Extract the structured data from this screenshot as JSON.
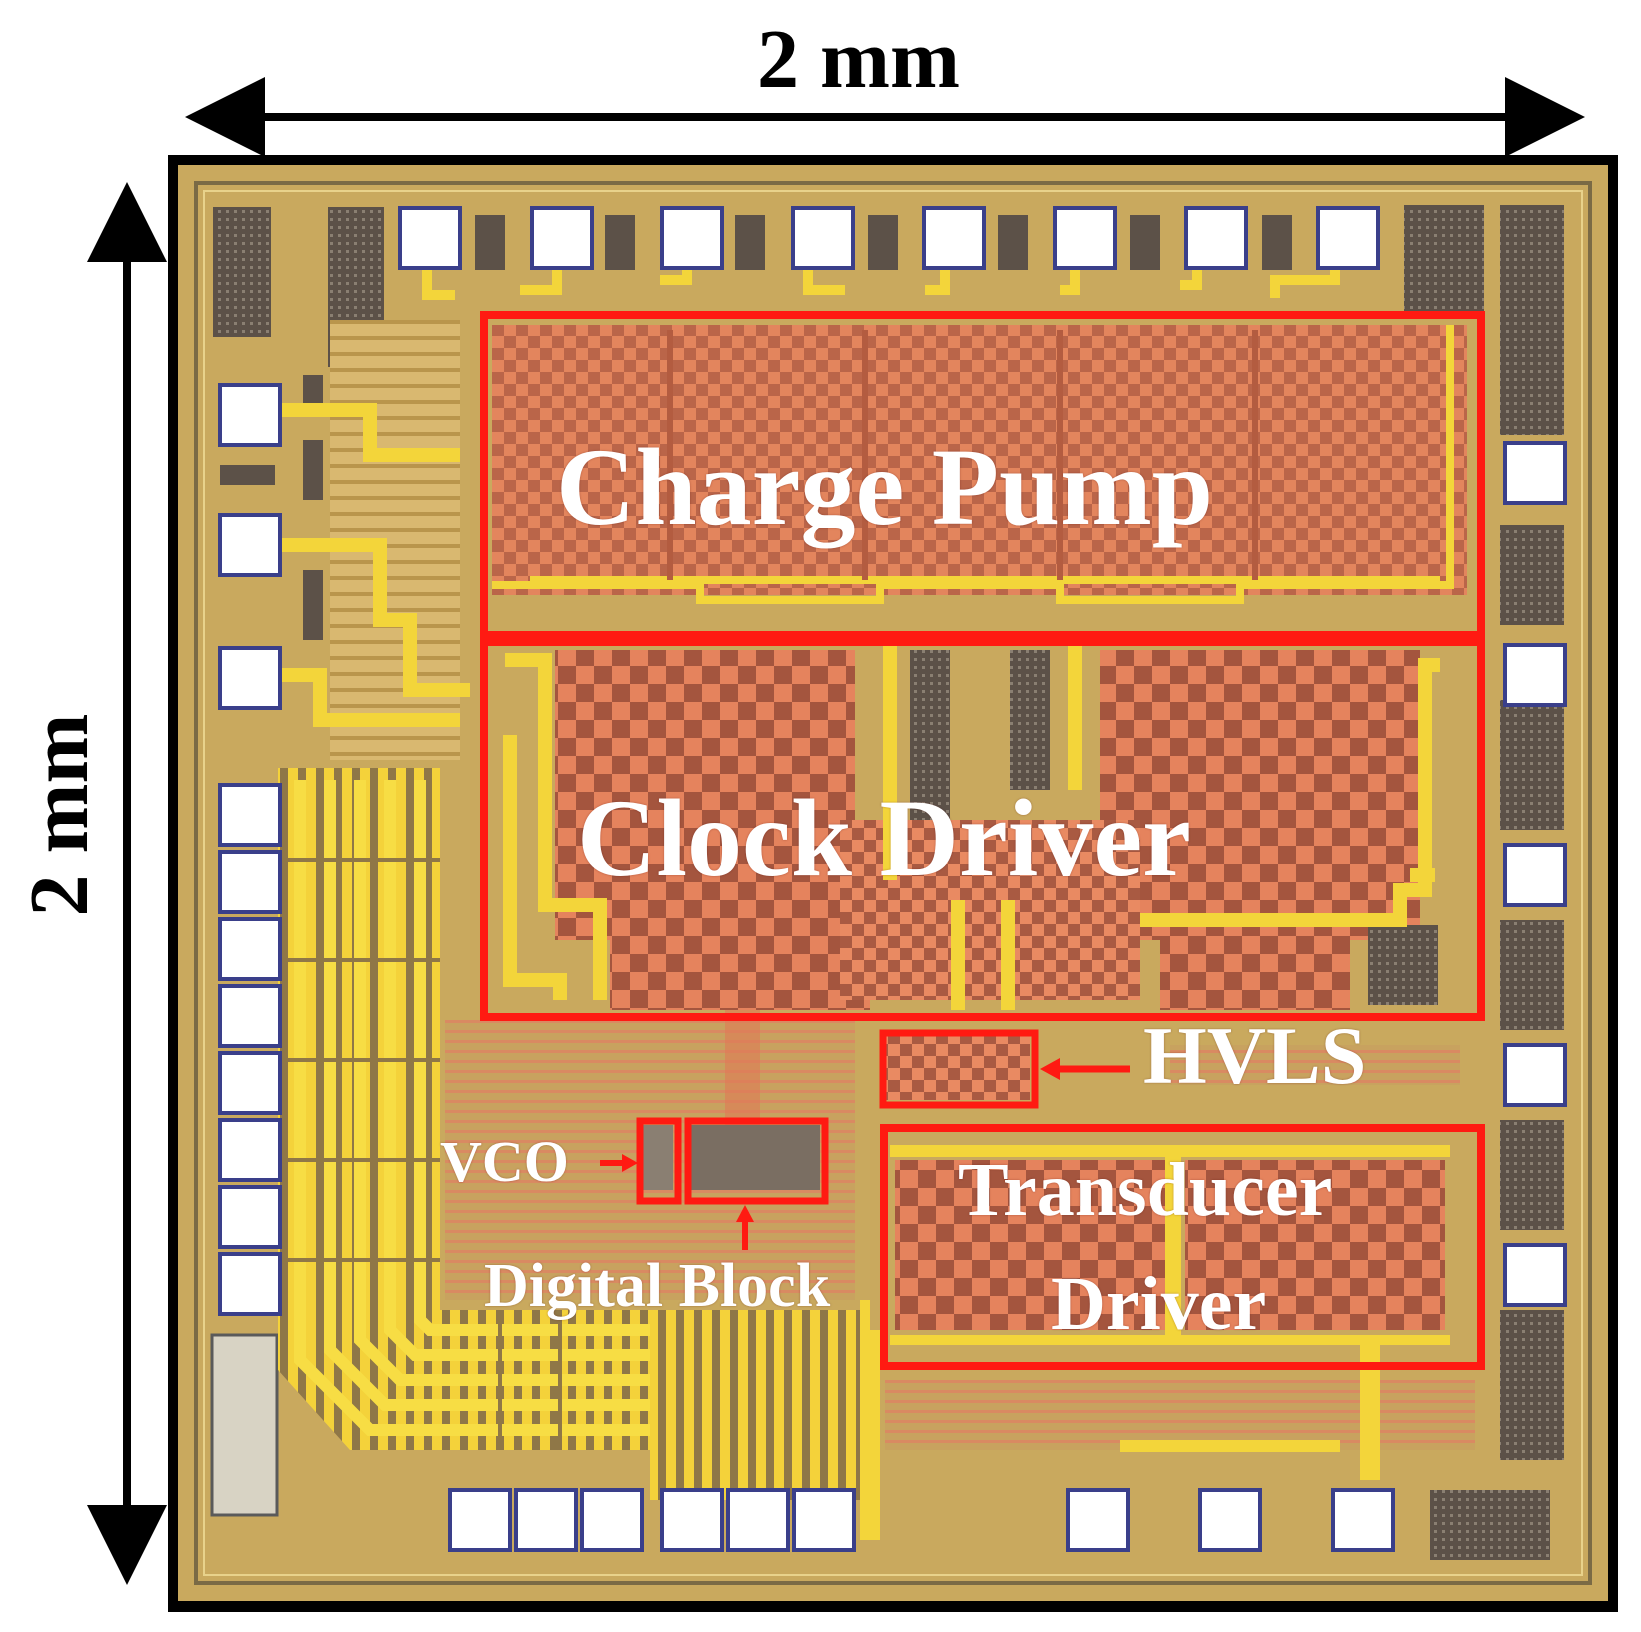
{
  "dimensions": {
    "width_label": "2 mm",
    "height_label": "2 mm"
  },
  "blocks": {
    "charge_pump": "Charge Pump",
    "clock_driver": "Clock Driver",
    "hvls": "HVLS",
    "transducer_line1": "Transducer",
    "transducer_line2": "Driver",
    "vco": "VCO",
    "digital_block": "Digital Block"
  },
  "colors": {
    "highlight": "#ff1a12",
    "die_gold": "#c9a95e",
    "metal_yellow": "#f3d53a",
    "active_orange": "#e07a55",
    "pad": "#ffffff"
  }
}
